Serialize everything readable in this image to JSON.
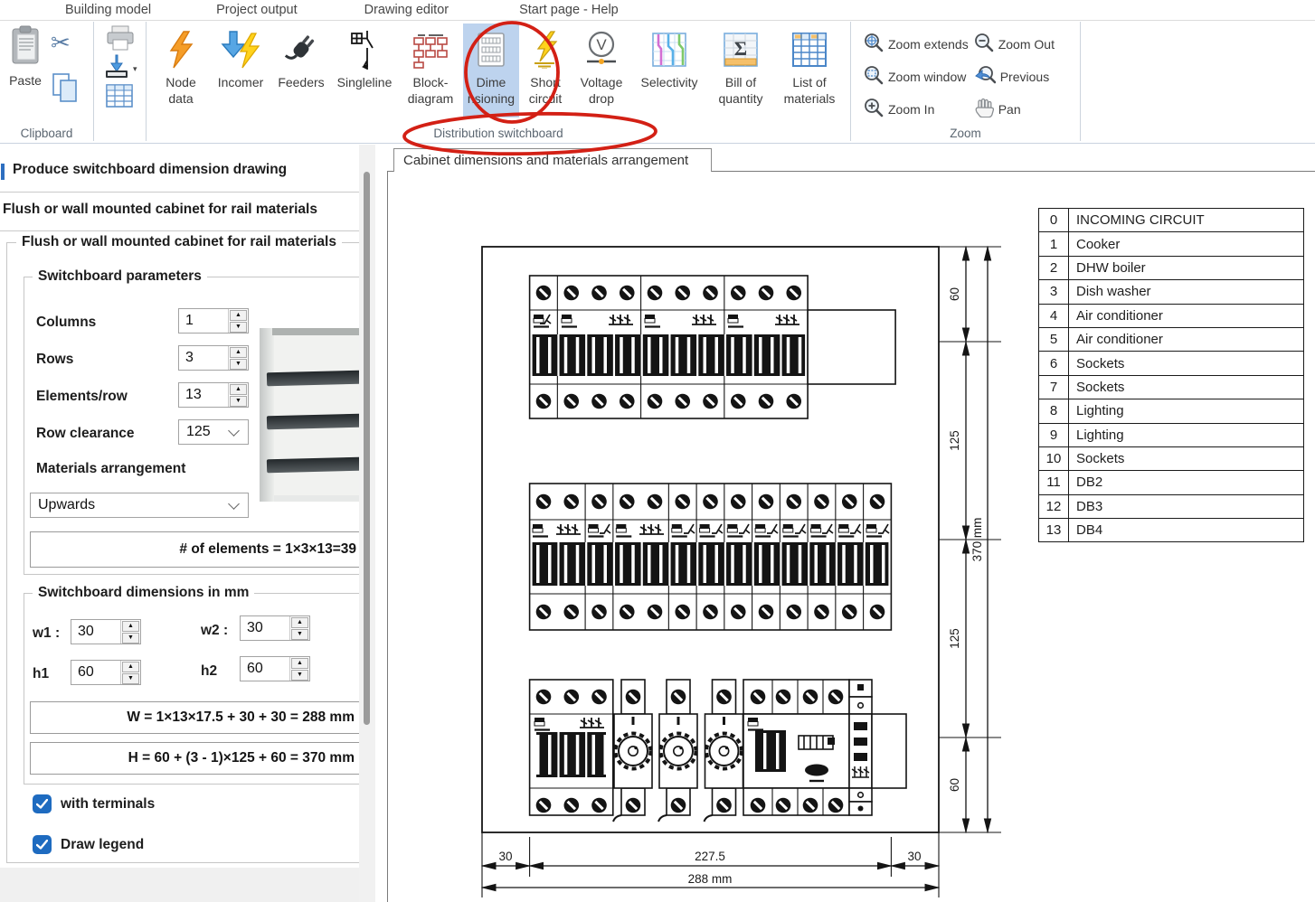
{
  "colors": {
    "active_button_highlight": "#bdd3ee",
    "annotation_red": "#d32015",
    "checkbox_blue": "#1e6bc0",
    "ribbon_group_label": "#5a6570"
  },
  "ribbon": {
    "tabs": [
      "Building model",
      "Project output",
      "Drawing editor",
      "Start page - Help"
    ],
    "clipboard_group": {
      "label": "Clipboard",
      "paste": "Paste"
    },
    "distribution_group": {
      "label": "Distribution switchboard",
      "buttons": [
        {
          "label": "Node\ndata"
        },
        {
          "label": "Incomer"
        },
        {
          "label": "Feeders"
        },
        {
          "label": "Singleline"
        },
        {
          "label": "Block-\ndiagram"
        },
        {
          "label": "Dime\nnsioning",
          "active": true
        },
        {
          "label": "Short\ncircuit"
        },
        {
          "label": "Voltage\ndrop"
        },
        {
          "label": "Selectivity"
        },
        {
          "label": "Bill of\nquantity"
        },
        {
          "label": "List of\nmaterials"
        }
      ]
    },
    "zoom_group": {
      "label": "Zoom",
      "items": [
        "Zoom extends",
        "Zoom window",
        "Zoom In",
        "Zoom Out",
        "Previous",
        "Pan"
      ]
    }
  },
  "panel": {
    "title": "Produce switchboard dimension drawing",
    "section": "Flush or wall mounted cabinet for rail materials",
    "groupbox": "Flush or wall mounted cabinet for rail materials",
    "parameters": {
      "legend": "Switchboard parameters",
      "columns_label": "Columns",
      "columns_value": "1",
      "rows_label": "Rows",
      "rows_value": "3",
      "elements_label": "Elements/row",
      "elements_value": "13",
      "row_clearance_label": "Row clearance",
      "row_clearance_value": "125",
      "materials_label": "Materials arrangement",
      "materials_value": "Upwards",
      "elements_formula": "# of elements = 1×3×13=39"
    },
    "dimensions": {
      "legend": "Switchboard dimensions in mm",
      "w1_label": "w1 :",
      "w1_value": "30",
      "w2_label": "w2 :",
      "w2_value": "30",
      "h1_label": "h1",
      "h1_value": "60",
      "h2_label": "h2",
      "h2_value": "60",
      "w_formula": "W = 1×13×17.5 + 30 + 30 = 288 mm",
      "h_formula": "H = 60 + (3 - 1)×125 + 60 = 370 mm"
    },
    "checkboxes": [
      {
        "label": "with terminals",
        "checked": true
      },
      {
        "label": "Draw legend",
        "checked": true
      }
    ]
  },
  "canvas": {
    "tab": "Cabinet dimensions and materials arrangement",
    "dims": {
      "right_segments": [
        "60",
        "125",
        "125",
        "60"
      ],
      "right_total": "370 mm",
      "bottom_segments": [
        "30",
        "227.5",
        "30"
      ],
      "bottom_total": "288 mm"
    },
    "legend_rows": [
      {
        "num": "0",
        "label": "INCOMING CIRCUIT"
      },
      {
        "num": "1",
        "label": "Cooker"
      },
      {
        "num": "2",
        "label": "DHW boiler"
      },
      {
        "num": "3",
        "label": "Dish washer"
      },
      {
        "num": "4",
        "label": "Air conditioner"
      },
      {
        "num": "5",
        "label": "Air conditioner"
      },
      {
        "num": "6",
        "label": "Sockets"
      },
      {
        "num": "7",
        "label": "Sockets"
      },
      {
        "num": "8",
        "label": "Lighting"
      },
      {
        "num": "9",
        "label": "Lighting"
      },
      {
        "num": "10",
        "label": "Sockets"
      },
      {
        "num": "11",
        "label": "DB2"
      },
      {
        "num": "12",
        "label": "DB3"
      },
      {
        "num": "13",
        "label": "DB4"
      }
    ]
  },
  "icons": {
    "paste-icon": "clipboard",
    "cut-icon": "scissors",
    "copy-icon": "two-pages",
    "print-icon": "printer",
    "import-icon": "arrow-into-tray",
    "spreadsheet-icon": "grid",
    "node-data-icon": "orange-lightning",
    "incomer-icon": "blue-arrow-yellow-lightning",
    "feeders-icon": "plug",
    "singleline-icon": "one-line-circuit",
    "block-diagram-icon": "red-block-tree",
    "dimensioning-icon": "switchboard-panel",
    "short-circuit-icon": "lightning-to-earth",
    "voltage-drop-icon": "v-in-circle",
    "selectivity-icon": "tripping-curves",
    "bill-of-quantity-icon": "sigma-table",
    "list-of-materials-icon": "material-table",
    "zoom-extends-icon": "magnifier-globe",
    "zoom-window-icon": "magnifier-rect",
    "zoom-in-icon": "magnifier-plus",
    "zoom-out-icon": "magnifier-minus",
    "previous-icon": "magnifier-back-arrow",
    "pan-icon": "hand"
  }
}
